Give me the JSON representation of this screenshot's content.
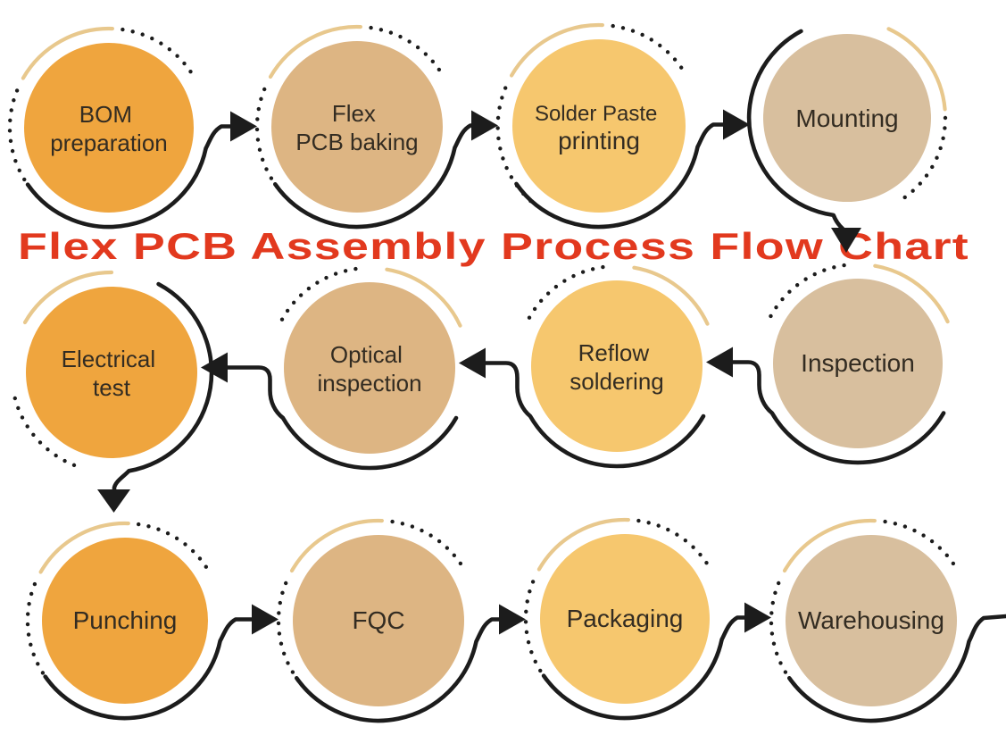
{
  "title": {
    "text": "Flex PCB Assembly Process Flow Chart",
    "color": "#e2391e"
  },
  "palette": {
    "orange": "#efa53e",
    "tan": "#ddb583",
    "amber": "#f6c76e",
    "beige": "#d8bf9e",
    "line": "#1c1c1c",
    "gold": "#e8c88d",
    "label": "#332c22",
    "background": "#ffffff"
  },
  "nodes": [
    {
      "id": "bom-preparation",
      "lines": [
        "BOM",
        "preparation"
      ],
      "fill": "orange"
    },
    {
      "id": "flex-pcb-baking",
      "lines": [
        "Flex",
        "PCB baking"
      ],
      "fill": "tan"
    },
    {
      "id": "solder-paste-printing",
      "lines": [
        "Solder Paste",
        "printing"
      ],
      "fill": "amber"
    },
    {
      "id": "mounting",
      "lines": [
        "Mounting"
      ],
      "fill": "beige"
    },
    {
      "id": "electrical-test",
      "lines": [
        "Electrical",
        "test"
      ],
      "fill": "orange"
    },
    {
      "id": "optical-inspection",
      "lines": [
        "Optical",
        "inspection"
      ],
      "fill": "tan"
    },
    {
      "id": "reflow-soldering",
      "lines": [
        "Reflow",
        "soldering"
      ],
      "fill": "amber"
    },
    {
      "id": "inspection",
      "lines": [
        "Inspection"
      ],
      "fill": "beige"
    },
    {
      "id": "punching",
      "lines": [
        "Punching"
      ],
      "fill": "orange"
    },
    {
      "id": "fqc",
      "lines": [
        "FQC"
      ],
      "fill": "tan"
    },
    {
      "id": "packaging",
      "lines": [
        "Packaging"
      ],
      "fill": "amber"
    },
    {
      "id": "warehousing",
      "lines": [
        "Warehousing"
      ],
      "fill": "beige"
    }
  ],
  "flow_order": [
    "bom-preparation",
    "flex-pcb-baking",
    "solder-paste-printing",
    "mounting",
    "inspection",
    "reflow-soldering",
    "optical-inspection",
    "electrical-test",
    "punching",
    "fqc",
    "packaging",
    "warehousing"
  ]
}
